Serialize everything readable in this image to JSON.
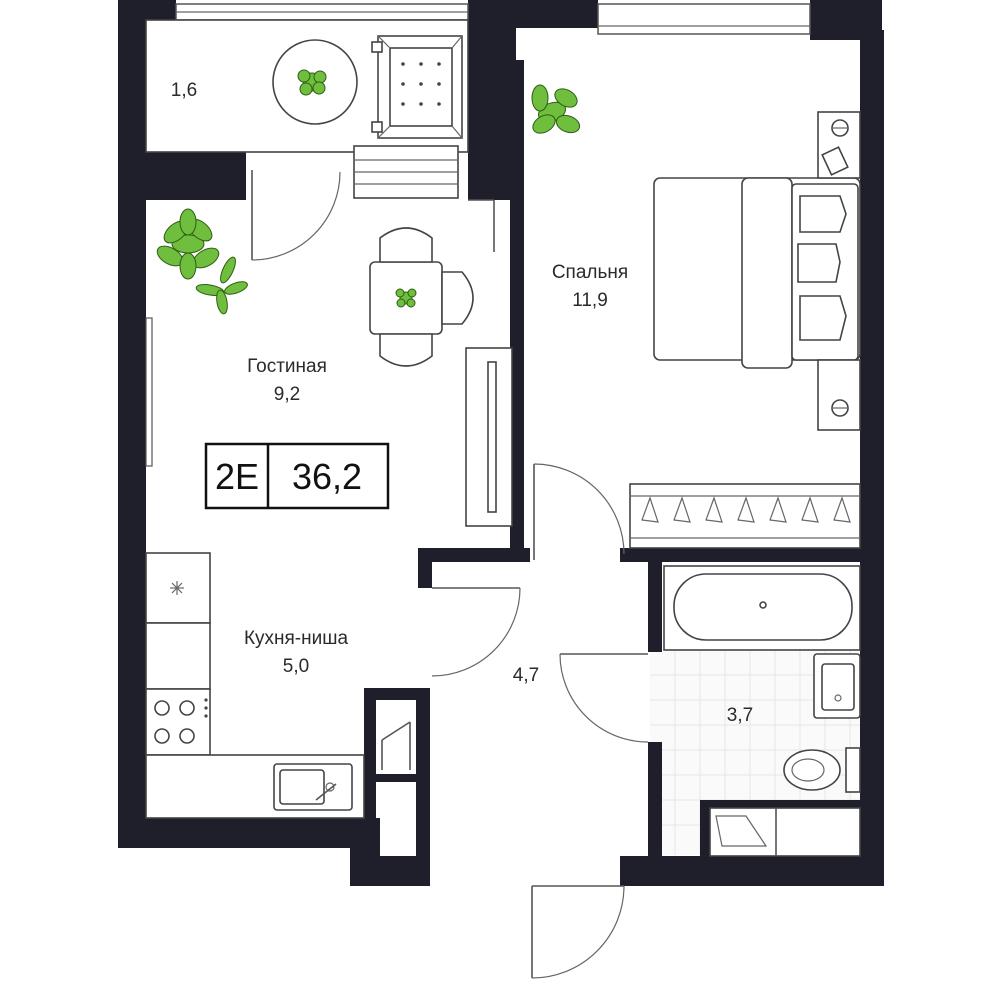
{
  "plan": {
    "badge": {
      "code": "2E",
      "total_area": "36,2"
    },
    "rooms": {
      "balcony": {
        "area": "1,6"
      },
      "bedroom": {
        "name": "Спальня",
        "area": "11,9"
      },
      "living": {
        "name": "Гостиная",
        "area": "9,2"
      },
      "kitchen": {
        "name": "Кухня-ниша",
        "area": "5,0"
      },
      "hall": {
        "area": "4,7"
      },
      "bathroom": {
        "area": "3,7"
      }
    },
    "colors": {
      "wall": "#1f1f2b",
      "plant": "#6fbe3d",
      "plant_dark": "#2f5e15"
    }
  }
}
